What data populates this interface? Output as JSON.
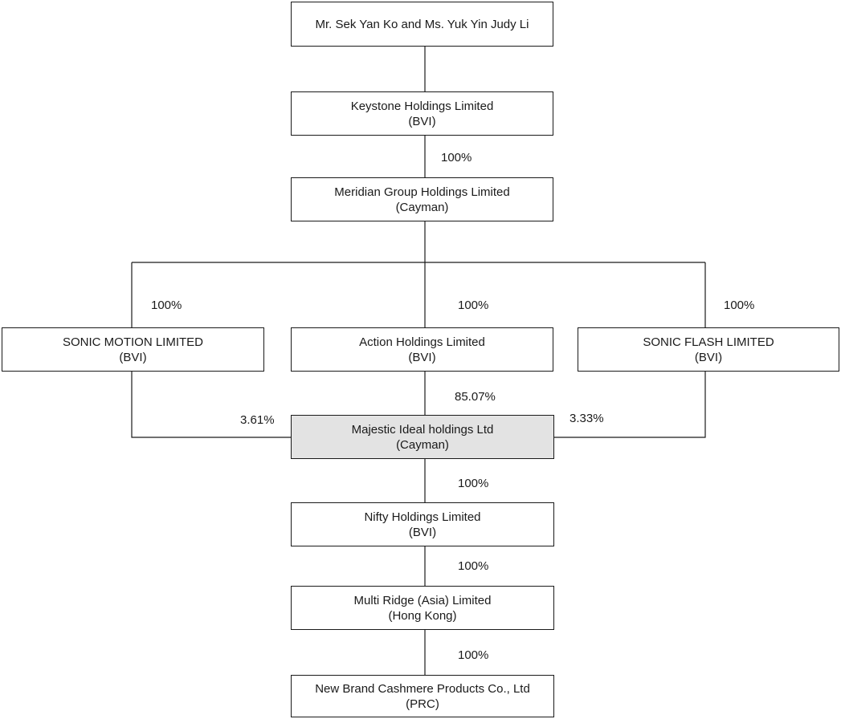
{
  "entities": {
    "owners": {
      "name": "Mr. Sek Yan Ko and Ms. Yuk Yin Judy Li",
      "jurisdiction": ""
    },
    "keystone": {
      "name": "Keystone Holdings Limited",
      "jurisdiction": "(BVI)"
    },
    "meridian": {
      "name": "Meridian Group Holdings Limited",
      "jurisdiction": "(Cayman)"
    },
    "sonic_motion": {
      "name": "SONIC MOTION LIMITED",
      "jurisdiction": "(BVI)"
    },
    "action": {
      "name": "Action Holdings Limited",
      "jurisdiction": "(BVI)"
    },
    "sonic_flash": {
      "name": "SONIC FLASH LIMITED",
      "jurisdiction": "(BVI)"
    },
    "majestic": {
      "name": "Majestic Ideal holdings Ltd",
      "jurisdiction": "(Cayman)"
    },
    "nifty": {
      "name": "Nifty Holdings Limited",
      "jurisdiction": "(BVI)"
    },
    "multi_ridge": {
      "name": "Multi Ridge (Asia) Limited",
      "jurisdiction": "(Hong Kong)"
    },
    "new_brand": {
      "name": "New Brand Cashmere Products Co., Ltd",
      "jurisdiction": "(PRC)"
    }
  },
  "ownership": {
    "keystone_to_meridian": "100%",
    "meridian_to_sonic_motion": "100%",
    "meridian_to_action": "100%",
    "meridian_to_sonic_flash": "100%",
    "action_to_majestic": "85.07%",
    "sonic_motion_to_majestic": "3.61%",
    "sonic_flash_to_majestic": "3.33%",
    "majestic_to_nifty": "100%",
    "nifty_to_multi_ridge": "100%",
    "multi_ridge_to_new_brand": "100%"
  },
  "colors": {
    "line": "#1a1a1a",
    "highlight_fill": "#e3e3e3"
  }
}
